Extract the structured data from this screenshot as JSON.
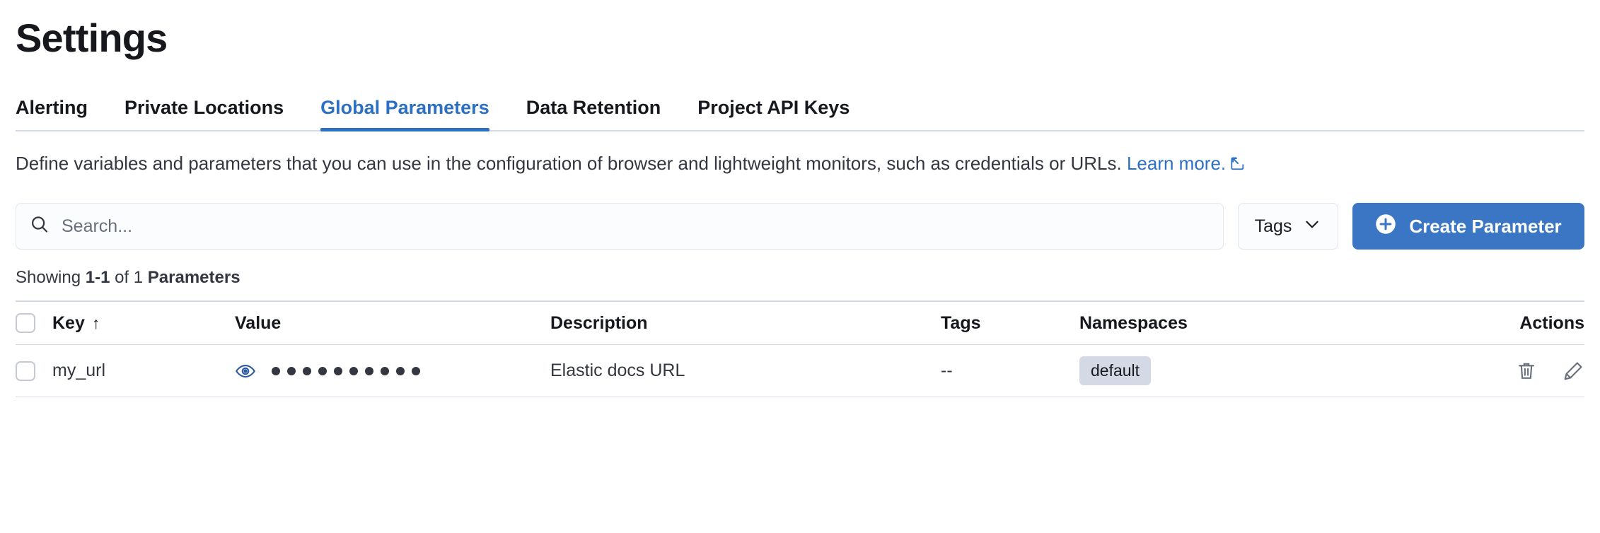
{
  "header": {
    "title": "Settings"
  },
  "tabs": [
    {
      "label": "Alerting",
      "active": false
    },
    {
      "label": "Private Locations",
      "active": false
    },
    {
      "label": "Global Parameters",
      "active": true
    },
    {
      "label": "Data Retention",
      "active": false
    },
    {
      "label": "Project API Keys",
      "active": false
    }
  ],
  "description": {
    "text": "Define variables and parameters that you can use in the configuration of browser and lightweight monitors, such as credentials or URLs. ",
    "link_label": "Learn more.",
    "link_icon": "external-link-icon"
  },
  "controls": {
    "search": {
      "icon": "search-icon",
      "placeholder": "Search...",
      "value": ""
    },
    "tags_select": {
      "label": "Tags",
      "icon": "chevron-down-icon"
    },
    "create_button": {
      "label": "Create Parameter",
      "icon": "plus-circle-icon",
      "color": "#3a76c4"
    }
  },
  "results": {
    "showing_prefix": "Showing ",
    "range": "1-1",
    "middle": " of 1 ",
    "entity": "Parameters"
  },
  "table": {
    "columns": [
      {
        "key": "select",
        "label": ""
      },
      {
        "key": "key",
        "label": "Key",
        "sort": "asc",
        "sort_icon": "arrow-up-icon"
      },
      {
        "key": "value",
        "label": "Value"
      },
      {
        "key": "description",
        "label": "Description"
      },
      {
        "key": "tags",
        "label": "Tags"
      },
      {
        "key": "namespaces",
        "label": "Namespaces"
      },
      {
        "key": "actions",
        "label": "Actions"
      }
    ],
    "rows": [
      {
        "selected": false,
        "key": "my_url",
        "value_icon": "eye-icon",
        "value_masked_dots": 10,
        "description": "Elastic docs URL",
        "tags": "--",
        "namespace": "default",
        "actions": [
          "trash-icon",
          "pencil-icon"
        ]
      }
    ]
  },
  "colors": {
    "accent": "#2c70c4",
    "button": "#3a76c4",
    "border": "#d3dae6",
    "badge_bg": "#d3dae6",
    "text": "#343741",
    "heading": "#16181d"
  }
}
